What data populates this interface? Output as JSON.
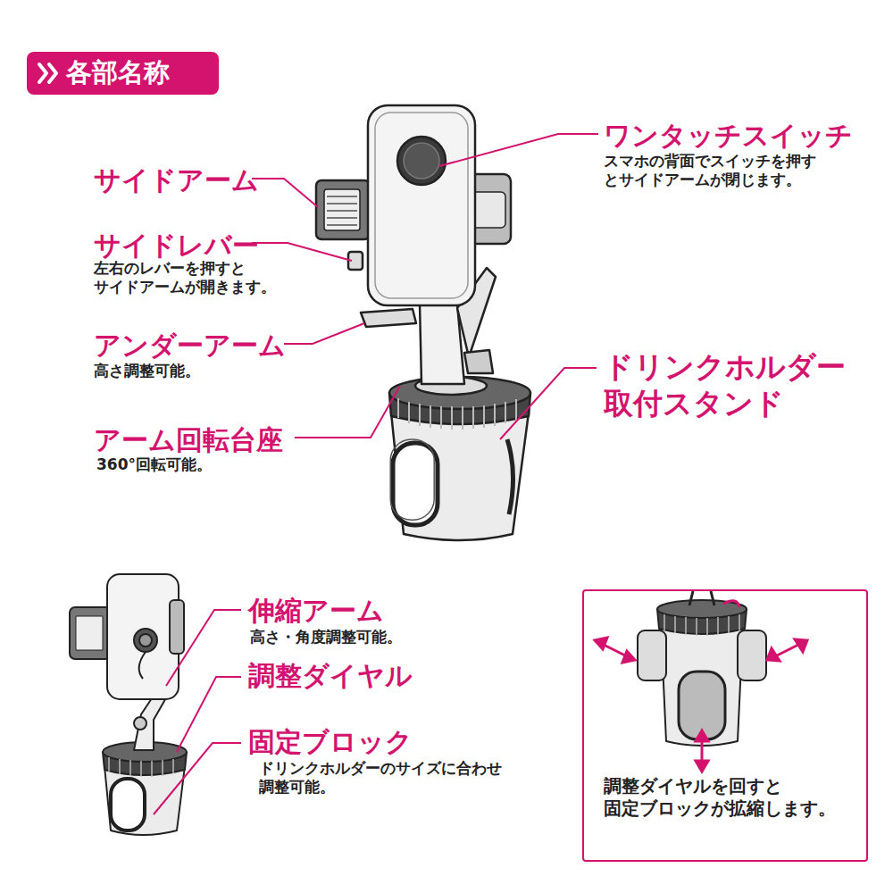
{
  "diagram": {
    "title": "各部名称",
    "nodes": [
      {
        "text": [
          "調整ダイヤルを回すと 固定ブロックが拡縮します。"
        ]
      }
    ],
    "labels": [
      "ワンタッチスイッチ",
      "スマホの背面でスイッチを押す とサイドアームが閉じます。",
      "サイドアーム",
      "サイドレバー",
      "左右のレバーを押すと サイドアームが開きます。",
      "アンダーアーム",
      "高さ調整可能。",
      "ドリンクホルダー 取付スタンド",
      "アーム回転台座",
      "360°回転可能。",
      "伸縮アーム",
      "高さ・角度調整可能。",
      "調整ダイヤル",
      "固定ブロック",
      "ドリンクホルダーのサイズに合わせ 調整可能。"
    ]
  }
}
